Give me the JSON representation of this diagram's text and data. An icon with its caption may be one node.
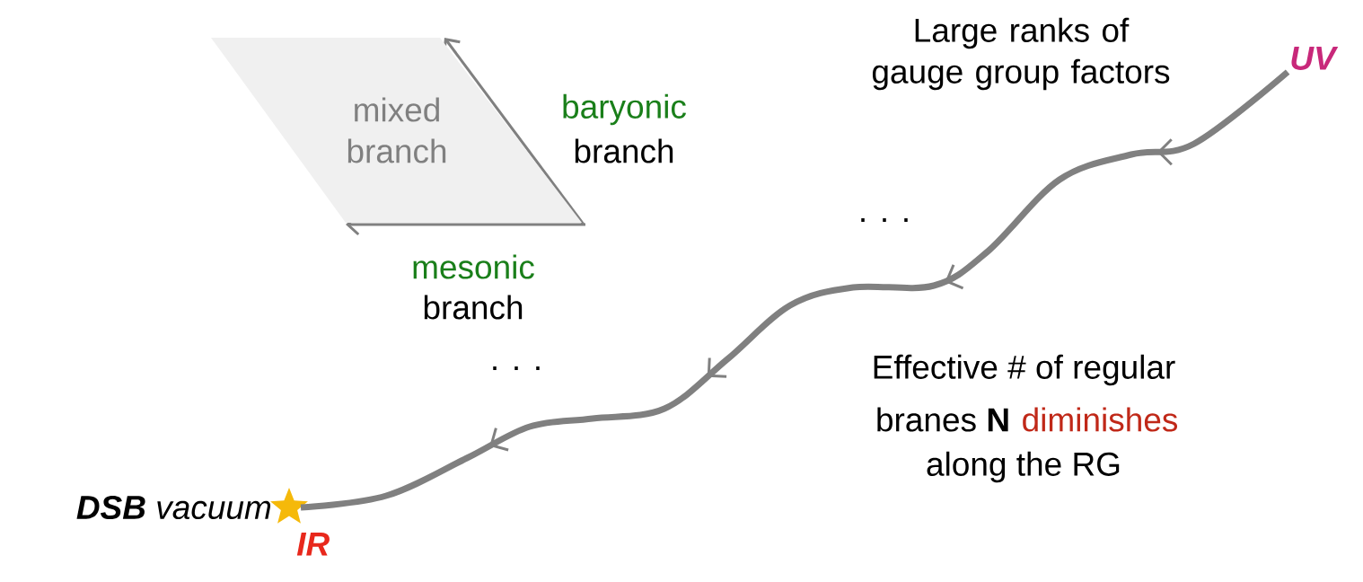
{
  "diagram": {
    "nodes": [
      {
        "text": [
          "mixed branch"
        ]
      },
      {
        "text": [
          "UV"
        ]
      },
      {
        "text": [],
        "shape": "star",
        "beside": [
          "**DSB** vacuum",
          "IR"
        ]
      }
    ],
    "edges": [
      {
        "from": 1,
        "to": 2,
        "arrow": "to"
      }
    ],
    "labels": [
      "Large ranks of gauge group factors",
      "baryonic",
      "branch",
      ". . .",
      "mesonic",
      "branch",
      ". . .",
      "Effective # of regular",
      "branes **N**",
      "diminishes",
      "along the RG"
    ]
  }
}
